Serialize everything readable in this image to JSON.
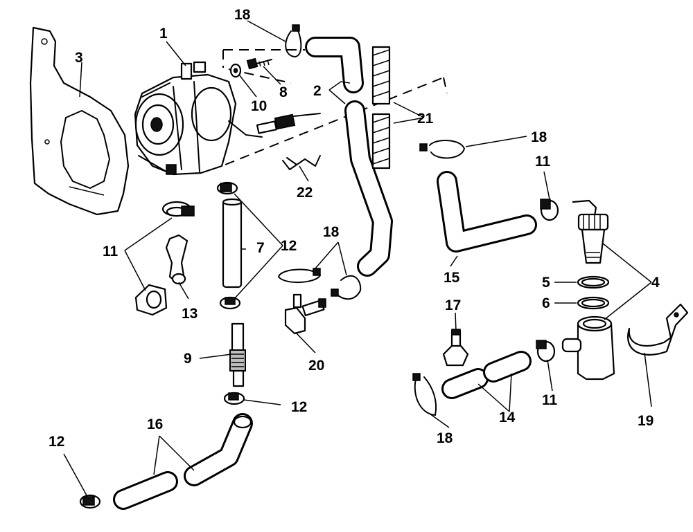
{
  "callouts": [
    {
      "id": "c1",
      "text": "1"
    },
    {
      "id": "c2",
      "text": "2"
    },
    {
      "id": "c3",
      "text": "3"
    },
    {
      "id": "c4",
      "text": "4"
    },
    {
      "id": "c5",
      "text": "5"
    },
    {
      "id": "c6",
      "text": "6"
    },
    {
      "id": "c7",
      "text": "7"
    },
    {
      "id": "c8",
      "text": "8"
    },
    {
      "id": "c9",
      "text": "9"
    },
    {
      "id": "c10",
      "text": "10"
    },
    {
      "id": "c11a",
      "text": "11"
    },
    {
      "id": "c11b",
      "text": "11"
    },
    {
      "id": "c11c",
      "text": "11"
    },
    {
      "id": "c12a",
      "text": "12"
    },
    {
      "id": "c12b",
      "text": "12"
    },
    {
      "id": "c12c",
      "text": "12"
    },
    {
      "id": "c13",
      "text": "13"
    },
    {
      "id": "c14",
      "text": "14"
    },
    {
      "id": "c15",
      "text": "15"
    },
    {
      "id": "c16",
      "text": "16"
    },
    {
      "id": "c17",
      "text": "17"
    },
    {
      "id": "c18a",
      "text": "18"
    },
    {
      "id": "c18b",
      "text": "18"
    },
    {
      "id": "c18c",
      "text": "18"
    },
    {
      "id": "c18d",
      "text": "18"
    },
    {
      "id": "c19",
      "text": "19"
    },
    {
      "id": "c20",
      "text": "20"
    },
    {
      "id": "c21",
      "text": "21"
    },
    {
      "id": "c22",
      "text": "22"
    }
  ]
}
